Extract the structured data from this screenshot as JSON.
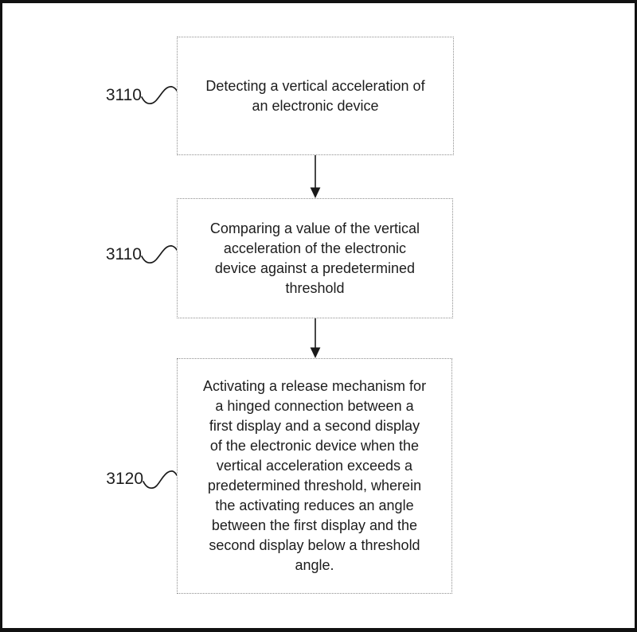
{
  "figure": {
    "kind": "patent-flowchart",
    "steps": [
      {
        "ref": "3110",
        "text": "Detecting a vertical acceleration of\nan electronic device"
      },
      {
        "ref": "3110",
        "text": "Comparing a value of the vertical\nacceleration of the electronic\ndevice against a predetermined\nthreshold"
      },
      {
        "ref": "3120",
        "text": "Activating a release mechanism for\na hinged connection between a\nfirst display and a second display\nof the electronic device when the\nvertical acceleration exceeds a\npredetermined threshold, wherein\nthe activating reduces an angle\nbetween the first display and the\nsecond display below a threshold\nangle."
      }
    ],
    "colors": {
      "background": "#ffffff",
      "frame": "#111111",
      "box_border": "#8f8f8f",
      "text": "#1d1d1d",
      "connector": "#1a1a1a"
    }
  }
}
